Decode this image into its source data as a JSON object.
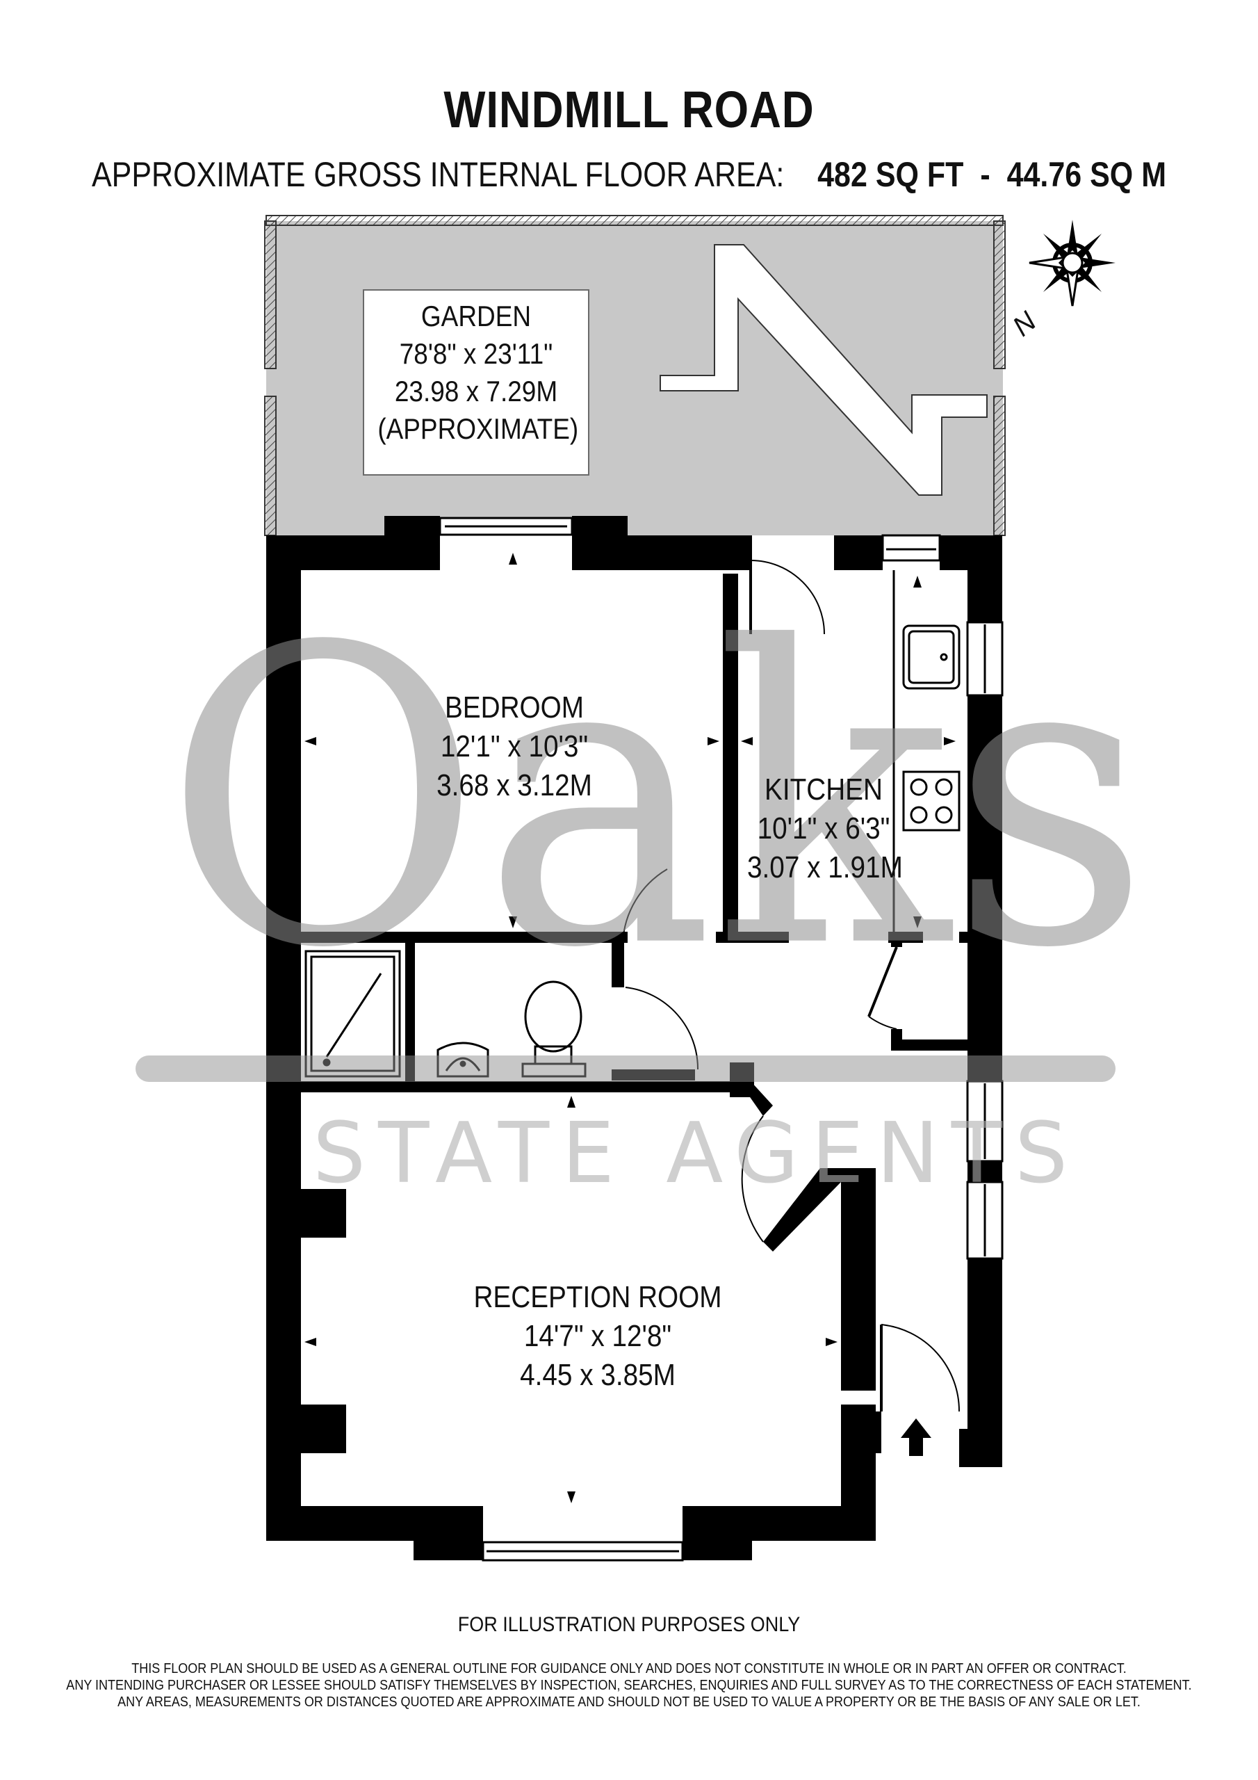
{
  "header": {
    "street": "WINDMILL ROAD",
    "area_label": "APPROXIMATE GROSS INTERNAL FLOOR AREA:",
    "area_sqft": "482 SQ FT",
    "area_sep": "-",
    "area_sqm": "44.76 SQ M"
  },
  "compass": {
    "label": "N"
  },
  "rooms": {
    "garden": {
      "name": "GARDEN",
      "imperial": "78'8\" x 23'11\"",
      "metric": "23.98 x 7.29M",
      "note": "(APPROXIMATE)"
    },
    "bedroom": {
      "name": "BEDROOM",
      "imperial": "12'1\" x 10'3\"",
      "metric": "3.68 x 3.12M"
    },
    "kitchen": {
      "name": "KITCHEN",
      "imperial": "10'1\" x 6'3\"",
      "metric": "3.07 x 1.91M"
    },
    "reception": {
      "name": "RECEPTION ROOM",
      "imperial": "14'7\" x 12'8\"",
      "metric": "4.45 x 3.85M"
    }
  },
  "watermark": {
    "brand": "Oaks",
    "tagline": "STATE AGENTS"
  },
  "footer": {
    "illustration_note": "FOR ILLUSTRATION PURPOSES ONLY",
    "disclaimer_lines": [
      "THIS FLOOR PLAN SHOULD BE USED AS A GENERAL OUTLINE FOR GUIDANCE ONLY AND DOES NOT CONSTITUTE IN WHOLE OR IN PART AN OFFER OR CONTRACT.",
      "ANY INTENDING PURCHASER OR LESSEE SHOULD SATISFY THEMSELVES BY INSPECTION, SEARCHES, ENQUIRIES AND FULL SURVEY AS TO THE CORRECTNESS OF EACH STATEMENT.",
      "ANY AREAS, MEASUREMENTS OR DISTANCES QUOTED ARE APPROXIMATE AND SHOULD NOT BE USED TO VALUE A PROPERTY OR BE THE BASIS OF ANY SALE OR LET."
    ]
  },
  "colors": {
    "wall": "#000000",
    "garden_fill": "#c8c8c8",
    "watermark": "#8f8f8f"
  }
}
